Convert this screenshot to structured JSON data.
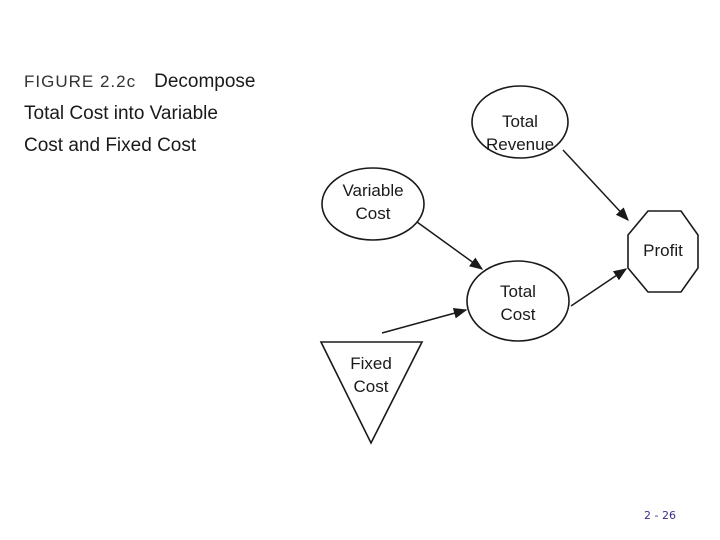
{
  "caption": {
    "figure_label": "FIGURE 2.2c",
    "title_line1": "Decompose",
    "title_line2": "Total Cost into Variable",
    "title_line3": "Cost and Fixed Cost"
  },
  "nodes": {
    "total_revenue": {
      "line1": "Total",
      "line2": "Revenue"
    },
    "variable_cost": {
      "line1": "Variable",
      "line2": "Cost"
    },
    "total_cost": {
      "line1": "Total",
      "line2": "Cost"
    },
    "fixed_cost": {
      "line1": "Fixed",
      "line2": "Cost"
    },
    "profit": {
      "line1": "Profit"
    }
  },
  "page_number": "2 - 26"
}
